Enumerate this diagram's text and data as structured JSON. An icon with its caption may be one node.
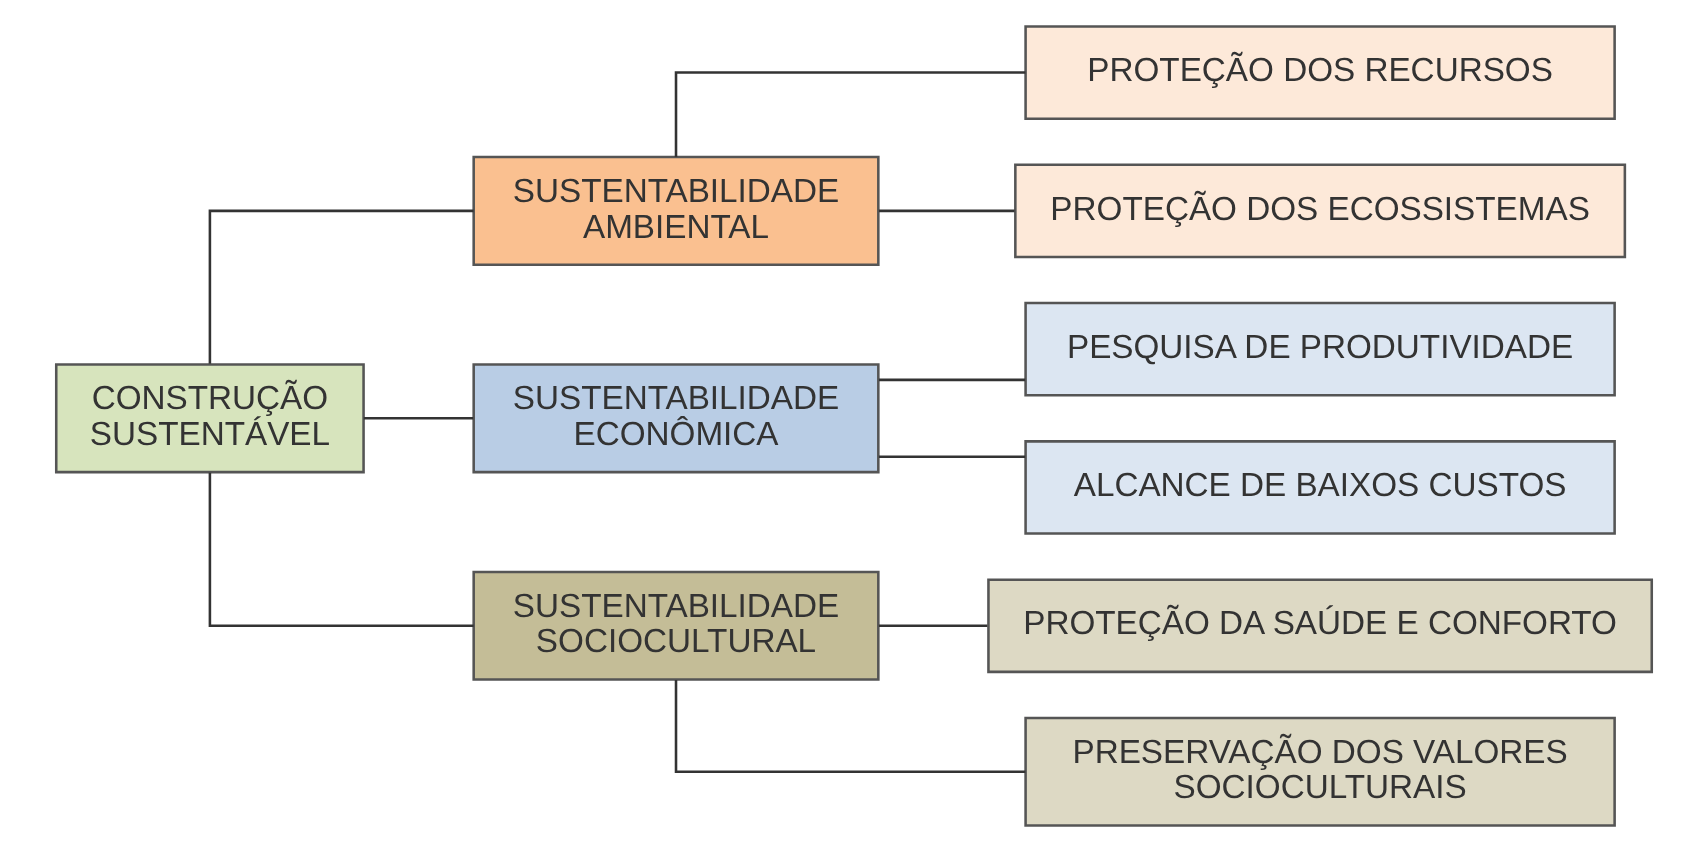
{
  "diagram": {
    "nodes": [
      {
        "text": [
          "CONSTRUÇÃO SUSTENTÁVEL"
        ]
      },
      {
        "text": [
          "SUSTENTABILIDADE AMBIENTAL"
        ]
      },
      {
        "text": [
          "PROTEÇÃO DOS RECURSOS"
        ]
      },
      {
        "text": [
          "PROTEÇÃO DOS ECOSSISTEMAS"
        ]
      },
      {
        "text": [
          "SUSTENTABILIDADE ECONÔMICA"
        ]
      },
      {
        "text": [
          "PESQUISA DE PRODUTIVIDADE"
        ]
      },
      {
        "text": [
          "ALCANCE DE BAIXOS CUSTOS"
        ]
      },
      {
        "text": [
          "SUSTENTABILIDADE SOCIOCULTURAL"
        ]
      },
      {
        "text": [
          "PROTEÇÃO DA SAÚDE E CONFORTO"
        ]
      },
      {
        "text": [
          "PRESERVAÇÃO DOS VALORES SOCIOCULTURAIS"
        ]
      }
    ],
    "edges": [
      {
        "from": 0,
        "to": 1,
        "arrow": "none"
      },
      {
        "from": 0,
        "to": 4,
        "arrow": "none"
      },
      {
        "from": 0,
        "to": 7,
        "arrow": "none"
      },
      {
        "from": 1,
        "to": 2,
        "arrow": "none"
      },
      {
        "from": 1,
        "to": 3,
        "arrow": "none"
      },
      {
        "from": 4,
        "to": 5,
        "arrow": "none"
      },
      {
        "from": 4,
        "to": 6,
        "arrow": "none"
      },
      {
        "from": 7,
        "to": 8,
        "arrow": "none"
      },
      {
        "from": 7,
        "to": 9,
        "arrow": "none"
      }
    ]
  }
}
